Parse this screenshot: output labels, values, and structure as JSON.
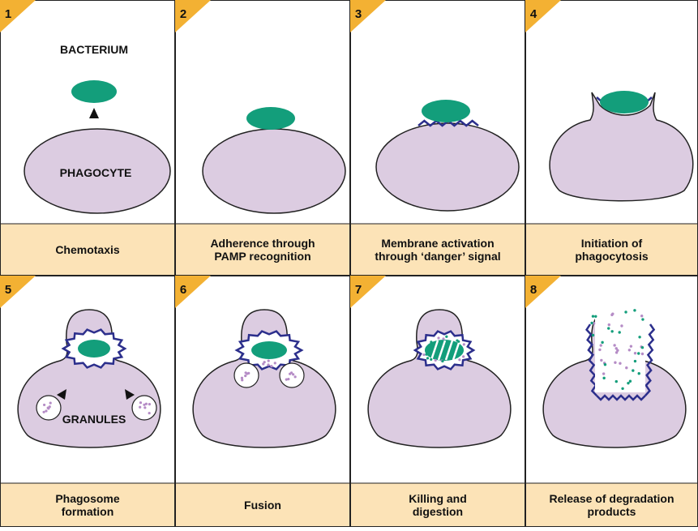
{
  "panels": [
    {
      "number": "1",
      "caption": [
        "Chemotaxis"
      ],
      "labels": {
        "bacterium": "BACTERIUM",
        "phagocyte": "PHAGOCYTE"
      }
    },
    {
      "number": "2",
      "caption": [
        "Adherence through",
        "PAMP recognition"
      ]
    },
    {
      "number": "3",
      "caption": [
        "Membrane activation",
        "through ‘danger’ signal"
      ]
    },
    {
      "number": "4",
      "caption": [
        "Initiation of",
        "phagocytosis"
      ]
    },
    {
      "number": "5",
      "caption": [
        "Phagosome",
        "formation"
      ],
      "labels": {
        "granules": "GRANULES"
      }
    },
    {
      "number": "6",
      "caption": [
        "Fusion"
      ]
    },
    {
      "number": "7",
      "caption": [
        "Killing and",
        "digestion"
      ]
    },
    {
      "number": "8",
      "caption": [
        "Release of degradation",
        "products"
      ]
    }
  ],
  "colors": {
    "cell": "#dccce1",
    "bacterium": "#139e7b",
    "membrane": "#2c2f8c",
    "caption_bg": "#fce3b7",
    "number_tab": "#f3b133",
    "granule_dot": "#b58cc6",
    "outline": "#222222"
  }
}
